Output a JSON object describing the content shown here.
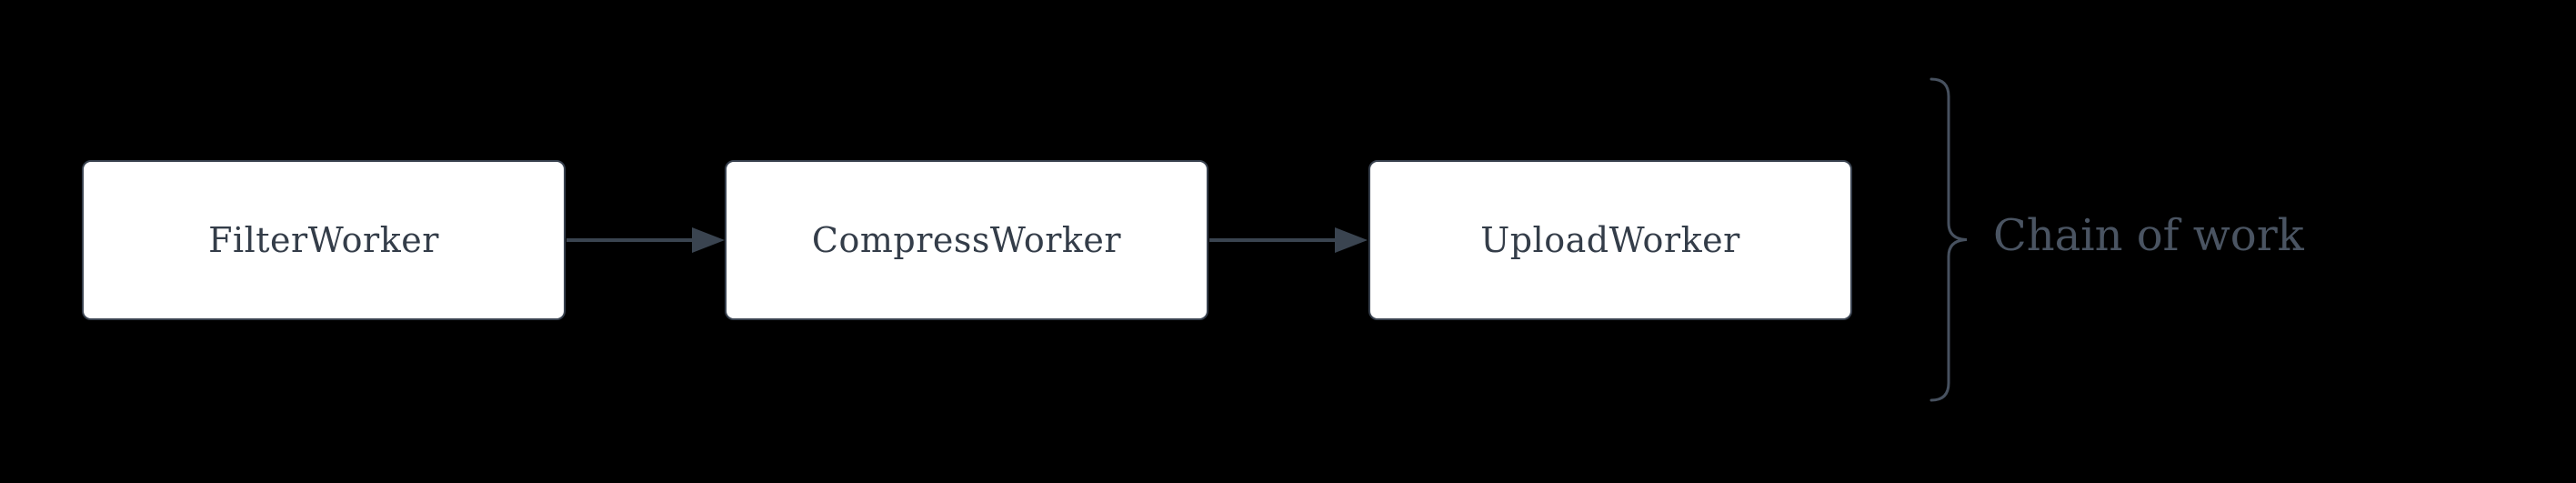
{
  "diagram": {
    "type": "flowchart-left-to-right",
    "background_color": "#000000",
    "nodes": [
      {
        "id": "filter",
        "label": "FilterWorker"
      },
      {
        "id": "compress",
        "label": "CompressWorker"
      },
      {
        "id": "upload",
        "label": "UploadWorker"
      }
    ],
    "edges": [
      {
        "from": "FilterWorker",
        "to": "CompressWorker",
        "style": "solid-arrow"
      },
      {
        "from": "CompressWorker",
        "to": "UploadWorker",
        "style": "solid-arrow"
      }
    ],
    "annotation": {
      "label": "Chain of work",
      "bracket": "right-curly-brace",
      "spans": [
        "FilterWorker",
        "CompressWorker",
        "UploadWorker"
      ]
    },
    "colors": {
      "node_fill": "#ffffff",
      "node_border": "#39424f",
      "node_text": "#343d49",
      "arrow": "#3a4450",
      "brace": "#47515f",
      "annotation_text": "#4a5462"
    }
  }
}
